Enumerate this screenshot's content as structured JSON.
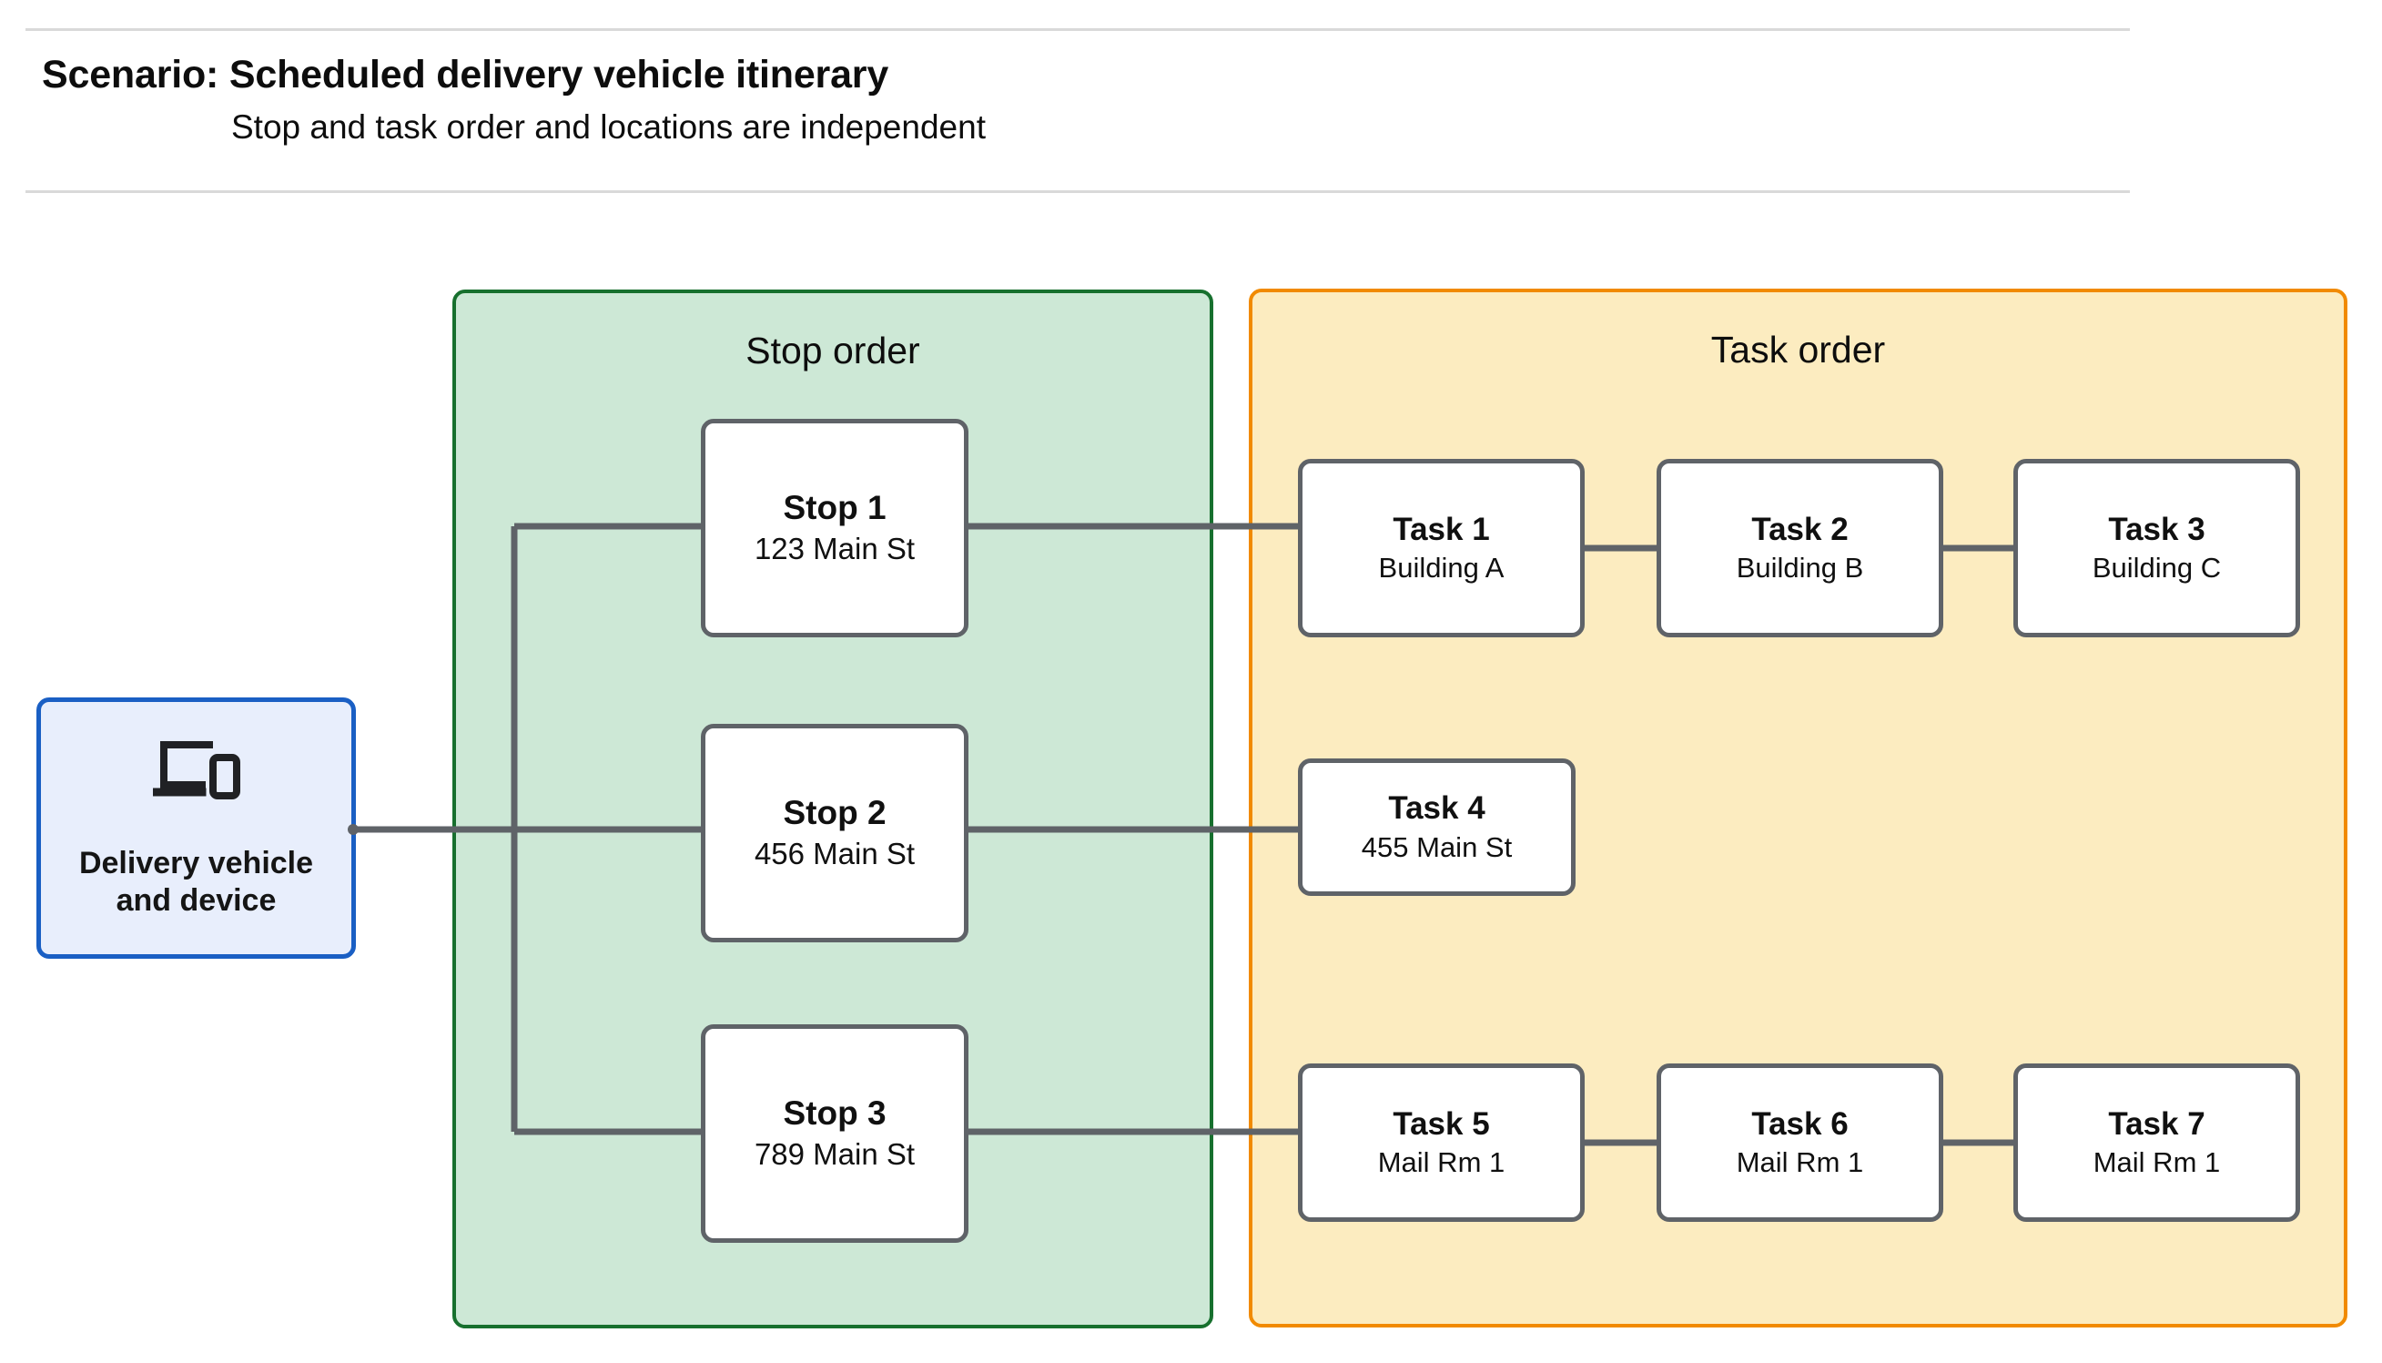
{
  "header": {
    "title": "Scenario: Scheduled delivery vehicle itinerary",
    "subtitle": "Stop and task order and locations are independent"
  },
  "device_node": {
    "icon": "devices-icon",
    "label": "Delivery vehicle\nand device"
  },
  "stop_panel": {
    "title": "Stop order",
    "fill_color": "#cde8d6",
    "border_color": "#17702e",
    "stops": [
      {
        "title": "Stop 1",
        "address": "123 Main St"
      },
      {
        "title": "Stop 2",
        "address": "456 Main St"
      },
      {
        "title": "Stop 3",
        "address": "789 Main St"
      }
    ]
  },
  "task_panel": {
    "title": "Task order",
    "fill_color": "#fcecc0",
    "border_color": "#f18a00",
    "rows": [
      {
        "tasks": [
          {
            "title": "Task 1",
            "location": "Building A"
          },
          {
            "title": "Task 2",
            "location": "Building B"
          },
          {
            "title": "Task 3",
            "location": "Building C"
          }
        ]
      },
      {
        "tasks": [
          {
            "title": "Task 4",
            "location": "455 Main St"
          }
        ]
      },
      {
        "tasks": [
          {
            "title": "Task 5",
            "location": "Mail Rm 1"
          },
          {
            "title": "Task 6",
            "location": "Mail Rm 1"
          },
          {
            "title": "Task 7",
            "location": "Mail Rm 1"
          }
        ]
      }
    ]
  },
  "colors": {
    "node_border": "#5f6368",
    "node_fill": "#ffffff",
    "device_border": "#1a5fc4",
    "device_fill": "#e8eefc",
    "connector": "#5f6368",
    "rule": "#d9d9d9"
  }
}
